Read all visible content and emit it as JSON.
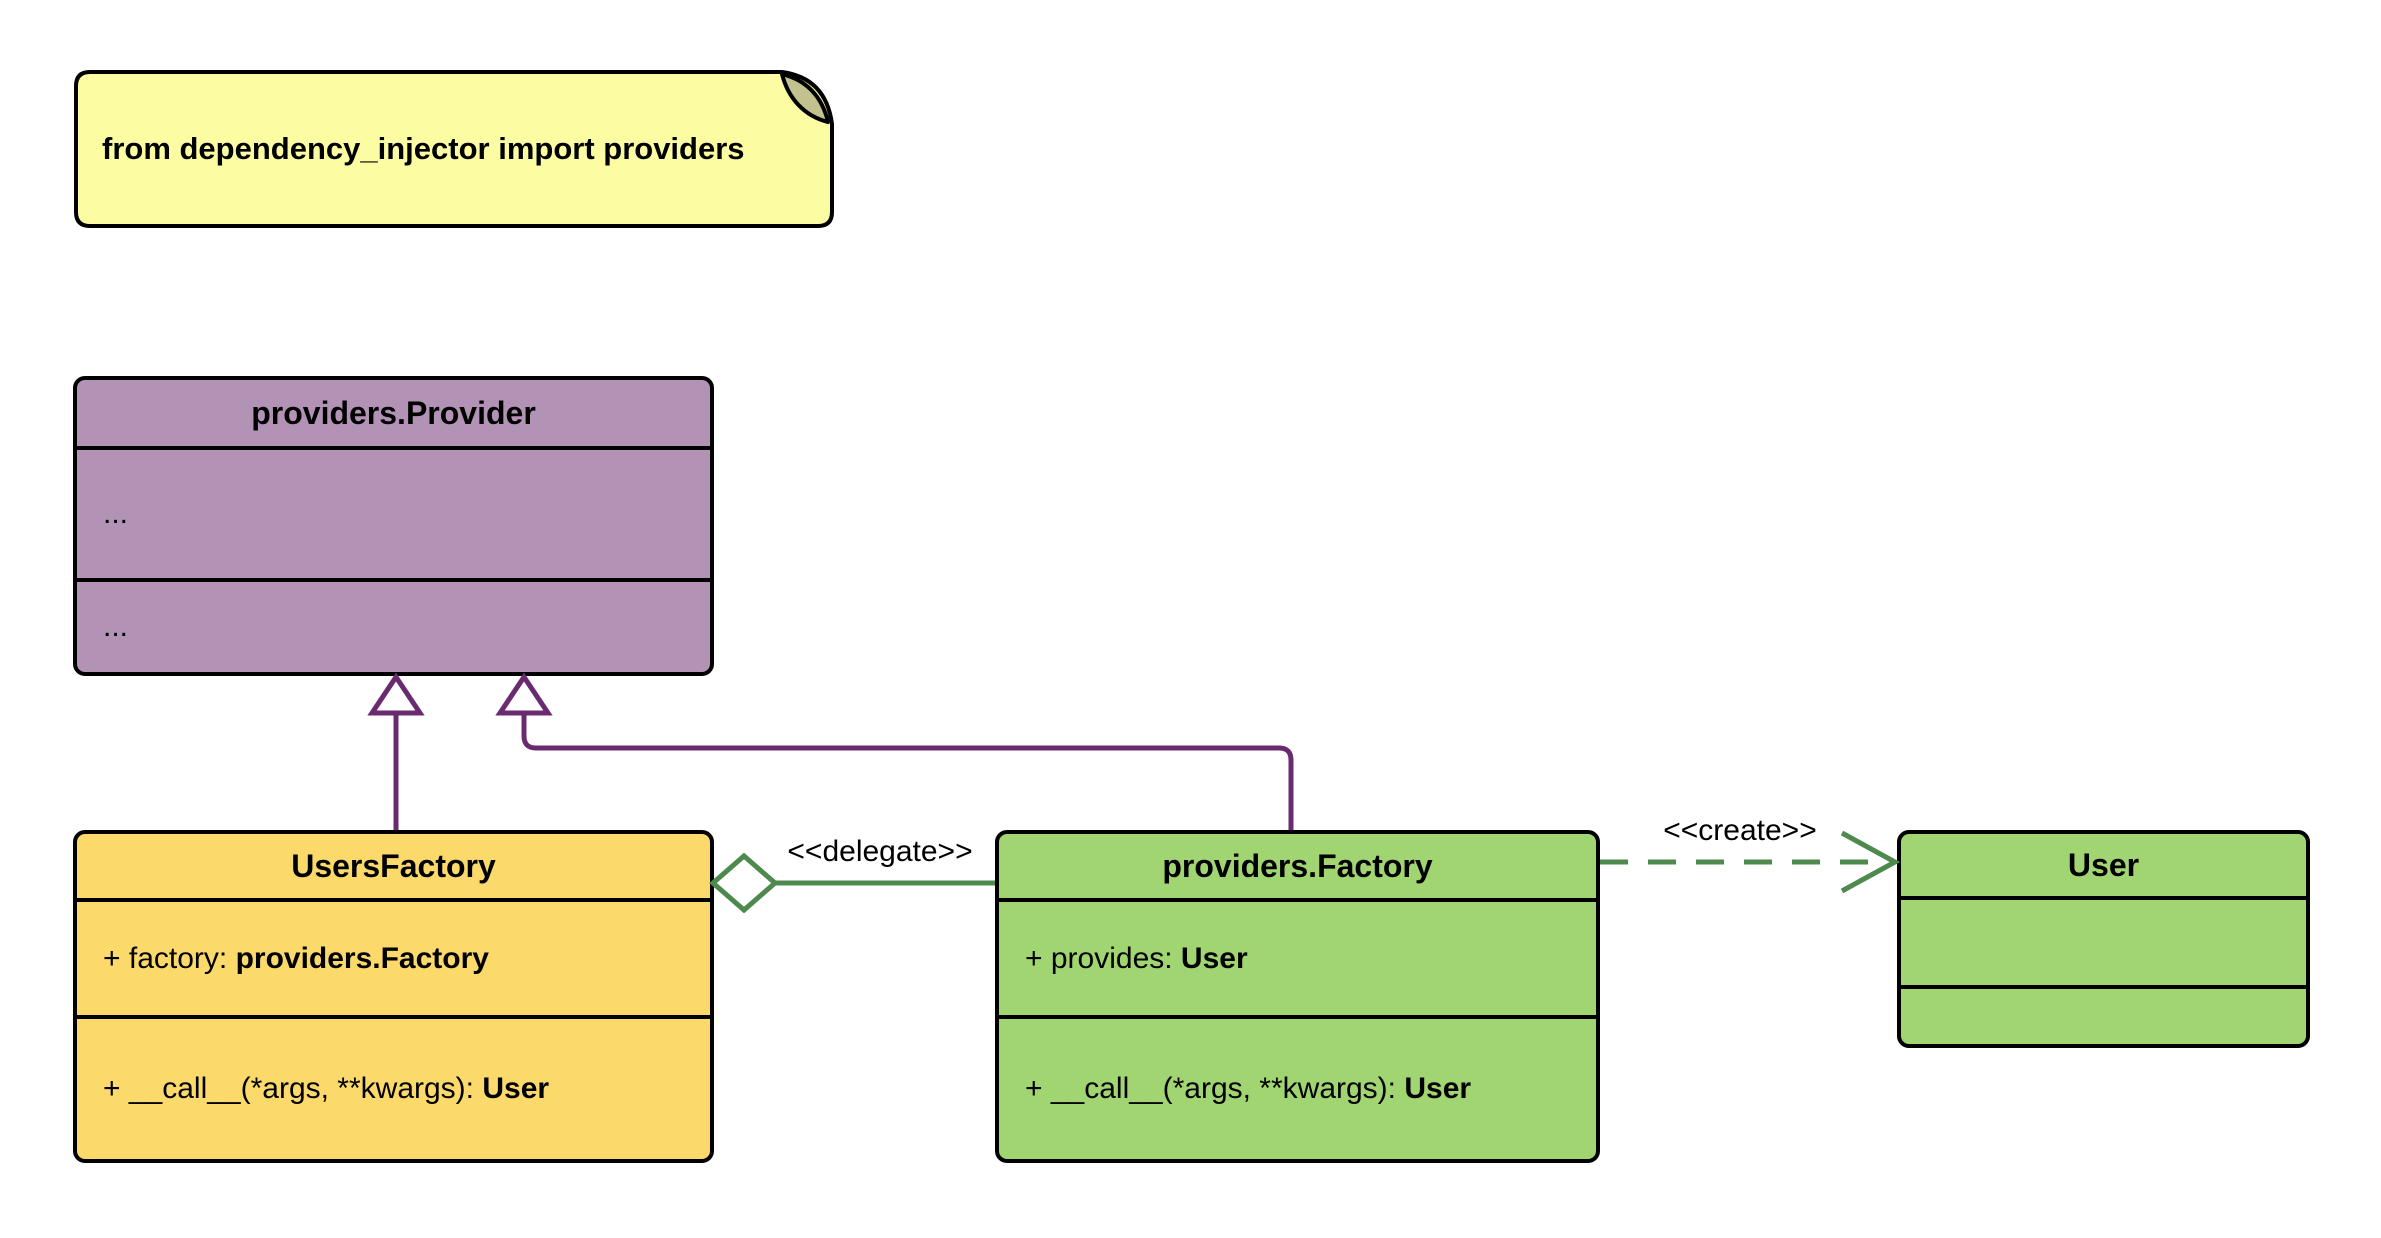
{
  "note": {
    "text": "from dependency_injector import providers"
  },
  "classes": {
    "provider": {
      "name": "providers.Provider",
      "attributes_placeholder": "...",
      "methods_placeholder": "..."
    },
    "users_factory": {
      "name": "UsersFactory",
      "attribute_prefix": "+ factory: ",
      "attribute_type": "providers.Factory",
      "method_prefix": "+ __call__(*args, **kwargs): ",
      "method_return_type": "User"
    },
    "providers_factory": {
      "name": "providers.Factory",
      "attribute_prefix": "+ provides: ",
      "attribute_type": "User",
      "method_prefix": "+ __call__(*args, **kwargs): ",
      "method_return_type": "User"
    },
    "user": {
      "name": "User"
    }
  },
  "relations": {
    "delegate": {
      "label": "<<delegate>>",
      "type": "aggregation"
    },
    "create": {
      "label": "<<create>>",
      "type": "dashed-dependency"
    },
    "users_factory_generalization": {
      "type": "generalization"
    },
    "factory_generalization": {
      "type": "generalization"
    }
  },
  "colors": {
    "background": "#FFFFFF",
    "note_fill": "#FCFCA3",
    "note_fold": "#C2C28E",
    "provider_fill": "#B293B5",
    "users_factory_fill": "#FCD96B",
    "factory_fill": "#A1D572",
    "purple_line": "#692A6F",
    "green_line": "#4E8A4E",
    "border": "#000000",
    "text": "#000000"
  }
}
